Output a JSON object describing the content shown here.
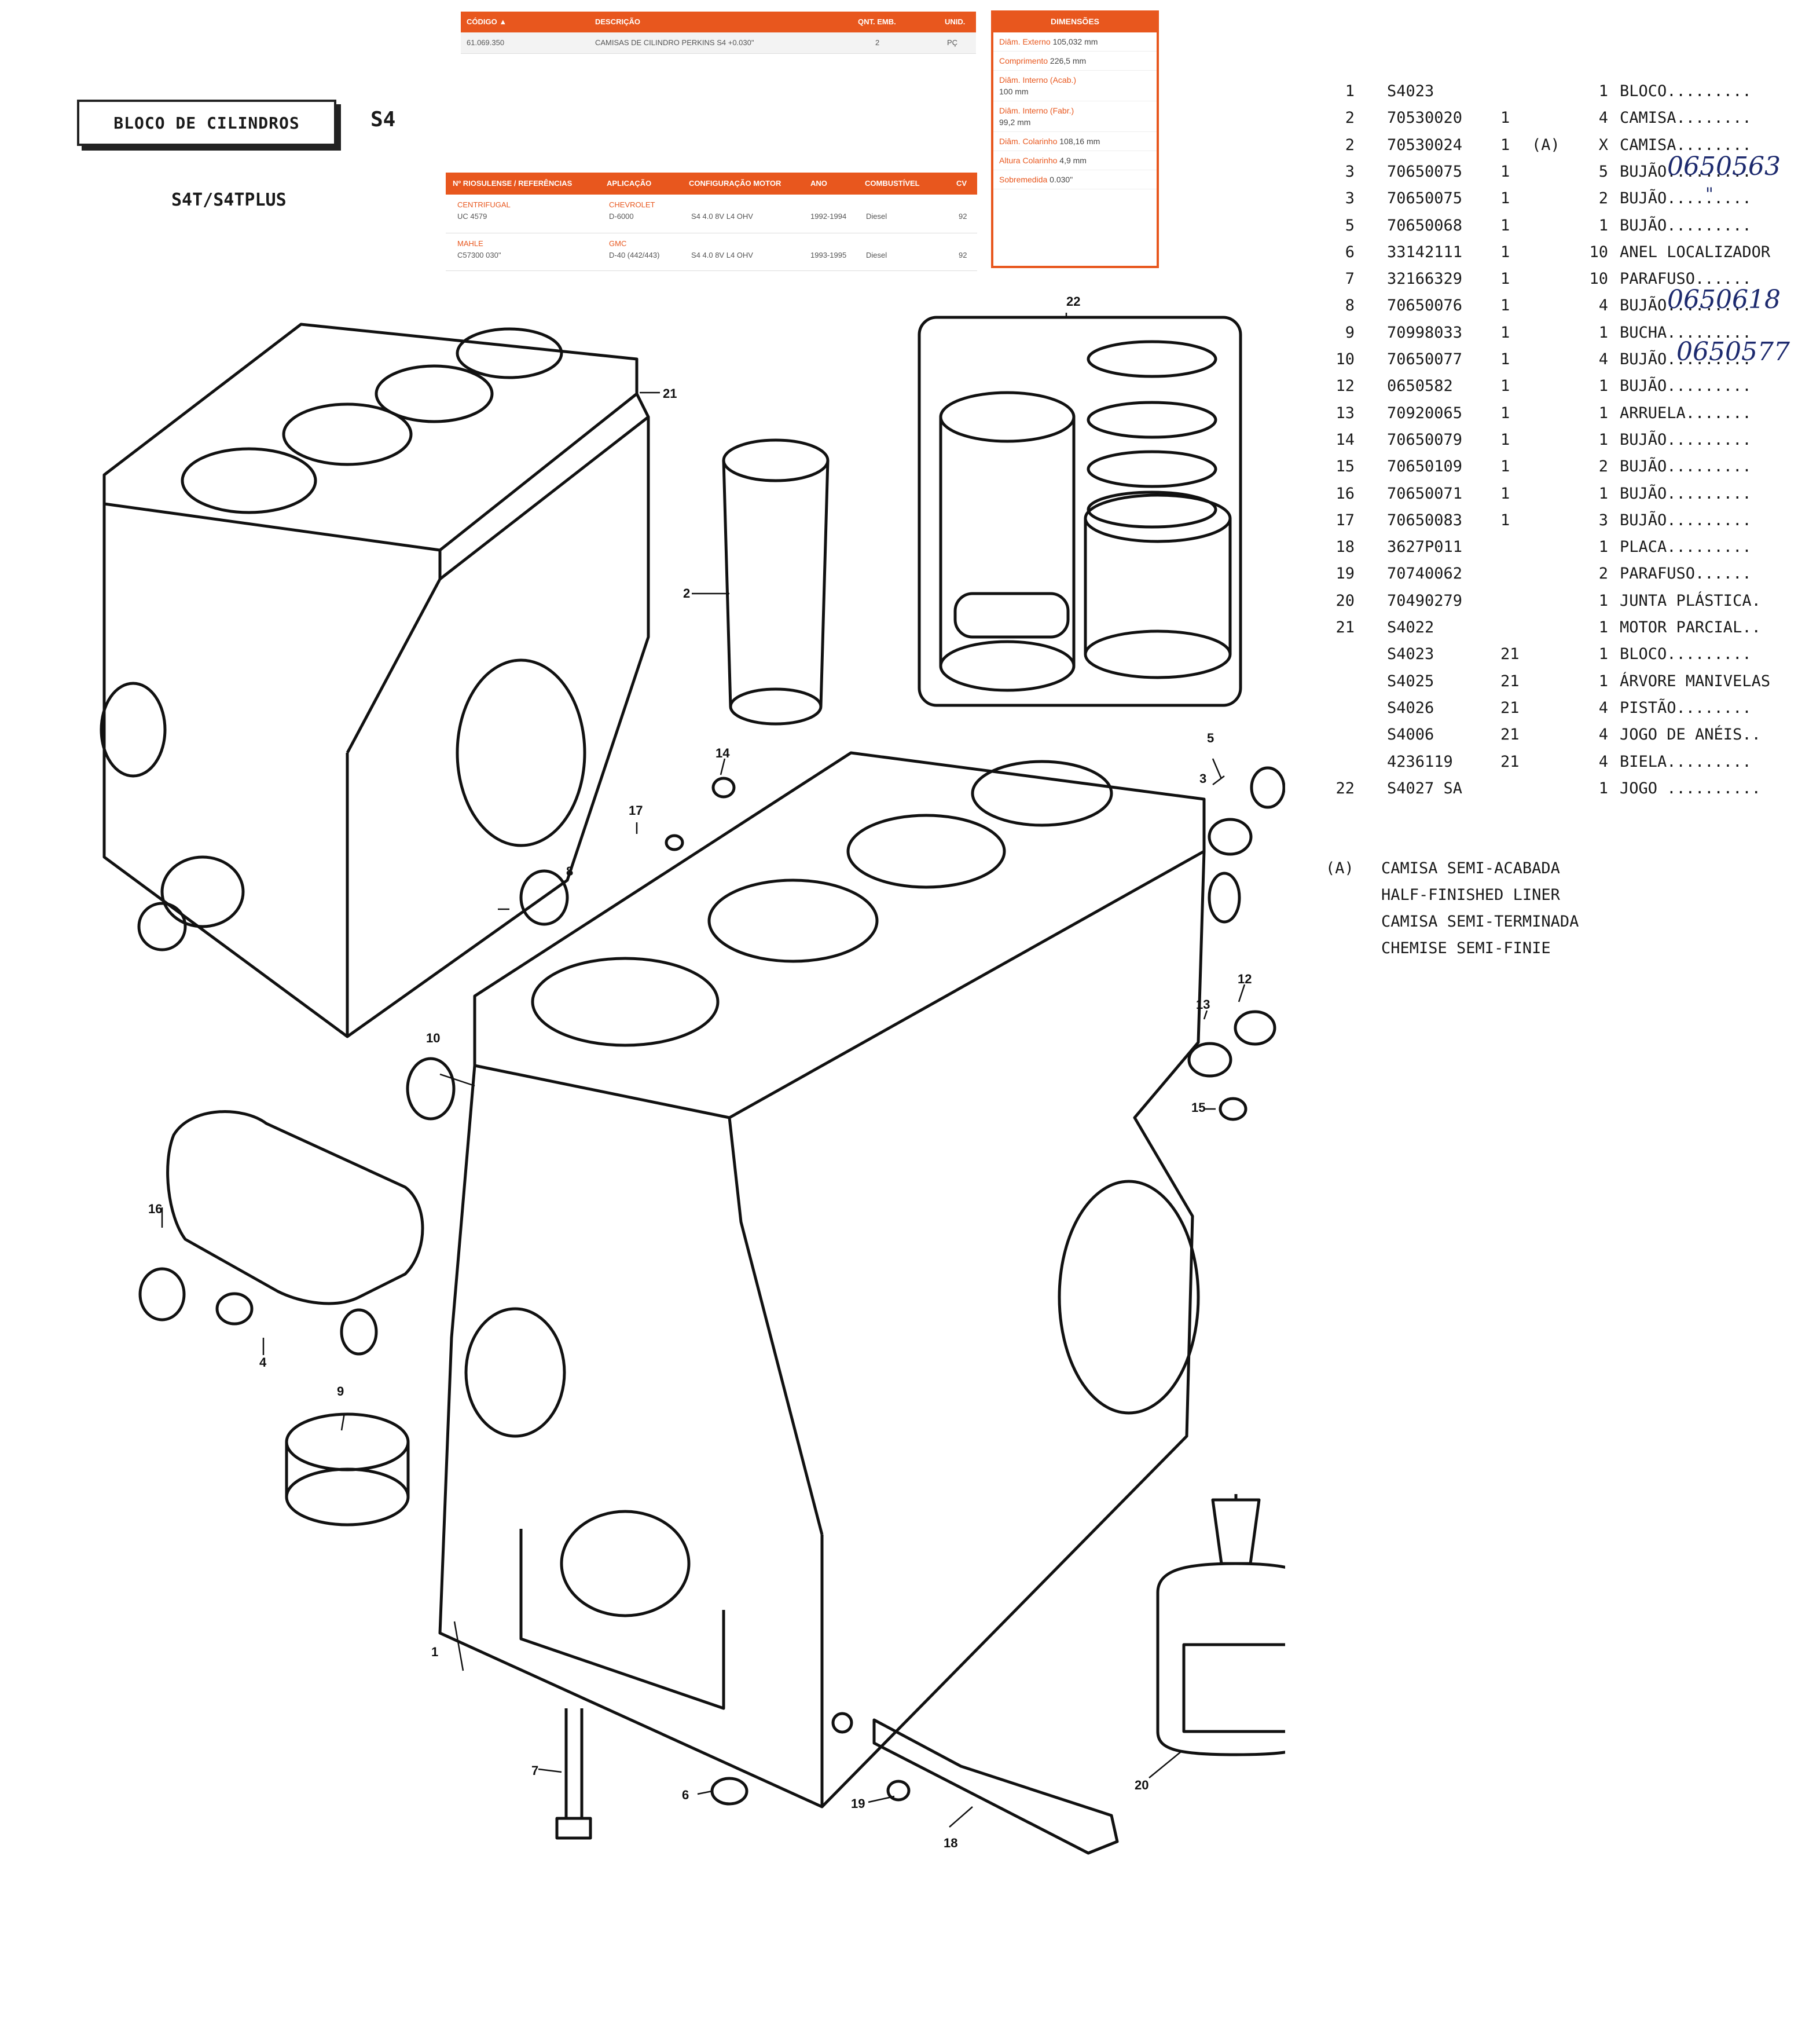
{
  "title": {
    "box_label": "BLOCO DE CILINDROS",
    "model": "S4",
    "variant": "S4T/S4TPLUS"
  },
  "web_table_1": {
    "headers": {
      "codigo": "CÓDIGO ▲",
      "descricao": "DESCRIÇÃO",
      "qnt": "QNT. EMB.",
      "unid": "UNID."
    },
    "row": {
      "codigo": "61.069.350",
      "descricao": "CAMISAS DE CILINDRO PERKINS S4 +0.030\"",
      "qnt": "2",
      "unid": "PÇ"
    }
  },
  "dimensions": {
    "header": "DIMENSÕES",
    "rows": [
      {
        "key": "Diâm. Externo",
        "value": "105,032 mm"
      },
      {
        "key": "Comprimento",
        "value": "226,5 mm"
      },
      {
        "key": "Diâm. Interno (Acab.)",
        "value": "100 mm"
      },
      {
        "key": "Diâm. Interno (Fabr.)",
        "value": "99,2 mm"
      },
      {
        "key": "Diâm. Colarinho",
        "value": "108,16 mm"
      },
      {
        "key": "Altura Colarinho",
        "value": "4,9 mm"
      },
      {
        "key": "Sobremedida",
        "value": "0.030\""
      }
    ]
  },
  "web_table_2": {
    "headers": {
      "ref": "Nº RIOSULENSE / REFERÊNCIAS",
      "aplic": "APLICAÇÃO",
      "config": "CONFIGURAÇÃO MOTOR",
      "ano": "ANO",
      "comb": "COMBUSTÍVEL",
      "cv": "CV"
    },
    "groups": [
      {
        "brand": "CENTRIFUGAL",
        "ref": "UC 4579",
        "app_brand": "CHEVROLET",
        "app_model": "D-6000",
        "config": "S4 4.0 8V L4 OHV",
        "ano": "1992-1994",
        "comb": "Diesel",
        "cv": "92"
      },
      {
        "brand": "MAHLE",
        "ref": "C57300 030\"",
        "app_brand": "GMC",
        "app_model": "D-40 (442/443)",
        "config": "S4 4.0 8V L4 OHV",
        "ano": "1993-1995",
        "comb": "Diesel",
        "cv": "92"
      }
    ]
  },
  "parts": [
    {
      "item": "1",
      "code": "S4023",
      "ref": "",
      "note": "",
      "qty": "1",
      "desc": "BLOCO........."
    },
    {
      "item": "2",
      "code": "70530020",
      "ref": "1",
      "note": "",
      "qty": "4",
      "desc": "CAMISA........"
    },
    {
      "item": "2",
      "code": "70530024",
      "ref": "1",
      "note": "(A)",
      "qty": "X",
      "desc": "CAMISA........"
    },
    {
      "item": "3",
      "code": "70650075",
      "ref": "1",
      "note": "",
      "qty": "5",
      "desc": "BUJÃO........."
    },
    {
      "item": "3",
      "code": "70650075",
      "ref": "1",
      "note": "",
      "qty": "2",
      "desc": "BUJÃO........."
    },
    {
      "item": "5",
      "code": "70650068",
      "ref": "1",
      "note": "",
      "qty": "1",
      "desc": "BUJÃO........."
    },
    {
      "item": "6",
      "code": "33142111",
      "ref": "1",
      "note": "",
      "qty": "10",
      "desc": "ANEL LOCALIZADOR"
    },
    {
      "item": "7",
      "code": "32166329",
      "ref": "1",
      "note": "",
      "qty": "10",
      "desc": "PARAFUSO......"
    },
    {
      "item": "8",
      "code": "70650076",
      "ref": "1",
      "note": "",
      "qty": "4",
      "desc": "BUJÃO........."
    },
    {
      "item": "9",
      "code": "70998033",
      "ref": "1",
      "note": "",
      "qty": "1",
      "desc": "BUCHA........."
    },
    {
      "item": "10",
      "code": "70650077",
      "ref": "1",
      "note": "",
      "qty": "4",
      "desc": "BUJÃO........."
    },
    {
      "item": "12",
      "code": "0650582",
      "ref": "1",
      "note": "",
      "qty": "1",
      "desc": "BUJÃO........."
    },
    {
      "item": "13",
      "code": "70920065",
      "ref": "1",
      "note": "",
      "qty": "1",
      "desc": "ARRUELA......."
    },
    {
      "item": "14",
      "code": "70650079",
      "ref": "1",
      "note": "",
      "qty": "1",
      "desc": "BUJÃO........."
    },
    {
      "item": "15",
      "code": "70650109",
      "ref": "1",
      "note": "",
      "qty": "2",
      "desc": "BUJÃO........."
    },
    {
      "item": "16",
      "code": "70650071",
      "ref": "1",
      "note": "",
      "qty": "1",
      "desc": "BUJÃO........."
    },
    {
      "item": "17",
      "code": "70650083",
      "ref": "1",
      "note": "",
      "qty": "3",
      "desc": "BUJÃO........."
    },
    {
      "item": "18",
      "code": "3627P011",
      "ref": "",
      "note": "",
      "qty": "1",
      "desc": "PLACA........."
    },
    {
      "item": "19",
      "code": "70740062",
      "ref": "",
      "note": "",
      "qty": "2",
      "desc": "PARAFUSO......"
    },
    {
      "item": "20",
      "code": "70490279",
      "ref": "",
      "note": "",
      "qty": "1",
      "desc": "JUNTA PLÁSTICA."
    },
    {
      "item": "21",
      "code": "S4022",
      "ref": "",
      "note": "",
      "qty": "1",
      "desc": "MOTOR PARCIAL.."
    },
    {
      "item": "",
      "code": "S4023",
      "ref": "21",
      "note": "",
      "qty": "1",
      "desc": "BLOCO........."
    },
    {
      "item": "",
      "code": "S4025",
      "ref": "21",
      "note": "",
      "qty": "1",
      "desc": "ÁRVORE MANIVELAS"
    },
    {
      "item": "",
      "code": "S4026",
      "ref": "21",
      "note": "",
      "qty": "4",
      "desc": "PISTÃO........"
    },
    {
      "item": "",
      "code": "S4006",
      "ref": "21",
      "note": "",
      "qty": "4",
      "desc": "JOGO DE ANÉIS.."
    },
    {
      "item": "",
      "code": "4236119",
      "ref": "21",
      "note": "",
      "qty": "4",
      "desc": "BIELA........."
    },
    {
      "item": "22",
      "code": "S4027 SA",
      "ref": "",
      "note": "",
      "qty": "1",
      "desc": "JOGO .........."
    }
  ],
  "handwritten": {
    "note_row3": "0650563",
    "ditto": "\"",
    "note_row8": "0650618",
    "note_row10": "0650577"
  },
  "notes": {
    "marker": "(A)",
    "lines": [
      "CAMISA SEMI-ACABADA",
      "HALF-FINISHED LINER",
      "CAMISA SEMI-TERMINADA",
      "CHEMISE SEMI-FINIE"
    ]
  },
  "callouts": [
    "1",
    "2",
    "3",
    "4",
    "5",
    "6",
    "7",
    "8",
    "9",
    "10",
    "12",
    "13",
    "14",
    "15",
    "16",
    "17",
    "18",
    "19",
    "20",
    "21",
    "22"
  ]
}
